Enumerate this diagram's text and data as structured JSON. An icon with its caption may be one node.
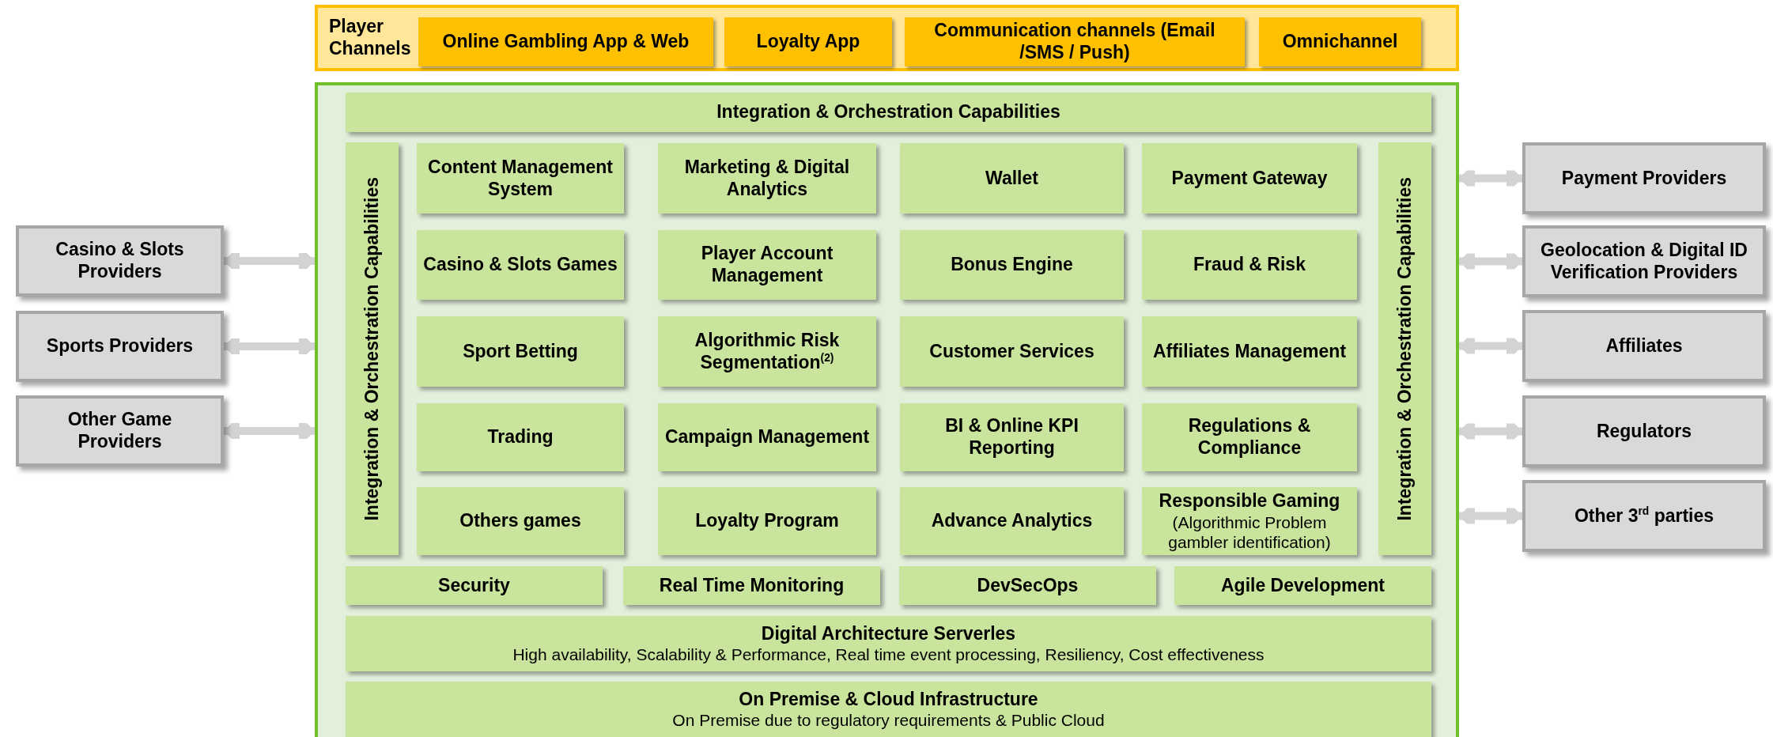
{
  "diagram": {
    "nodes": [
      {
        "text": [
          "Player Channels"
        ]
      },
      {
        "text": [
          "Online Gambling App & Web"
        ],
        "in": 0
      },
      {
        "text": [
          "Loyalty App"
        ],
        "in": 0
      },
      {
        "text": [
          "Communication channels (Email /SMS / Push)"
        ],
        "in": 0
      },
      {
        "text": [
          "Omnichannel"
        ],
        "in": 0
      },
      {
        "text": [],
        "shape": "box"
      },
      {
        "text": [
          "Integration & Orchestration Capabilities"
        ],
        "in": 5
      },
      {
        "text": [
          "Integration & Orchestration Capabilities"
        ],
        "in": 5
      },
      {
        "text": [
          "Content Management System"
        ],
        "in": 5
      },
      {
        "text": [
          "Marketing & Digital Analytics"
        ],
        "in": 5
      },
      {
        "text": [
          "Wallet"
        ],
        "in": 5
      },
      {
        "text": [
          "Payment Gateway"
        ],
        "in": 5
      },
      {
        "text": [
          "Casino & Slots Games"
        ],
        "in": 5
      },
      {
        "text": [
          "Player Account Management"
        ],
        "in": 5
      },
      {
        "text": [
          "Bonus Engine"
        ],
        "in": 5
      },
      {
        "text": [
          "Fraud & Risk"
        ],
        "in": 5
      },
      {
        "text": [
          "Sport Betting"
        ],
        "in": 5
      },
      {
        "text": [
          "Algorithmic Risk Segmentation$^{(2)}$"
        ],
        "in": 5
      },
      {
        "text": [
          "Customer Services"
        ],
        "in": 5
      },
      {
        "text": [
          "Affiliates Management"
        ],
        "in": 5
      },
      {
        "text": [
          "Trading"
        ],
        "in": 5
      },
      {
        "text": [
          "Campaign Management"
        ],
        "in": 5
      },
      {
        "text": [
          "BI & Online KPI Reporting"
        ],
        "in": 5
      },
      {
        "text": [
          "Regulations & Compliance"
        ],
        "in": 5
      },
      {
        "text": [
          "Others games"
        ],
        "in": 5
      },
      {
        "text": [
          "Loyalty Program"
        ],
        "in": 5
      },
      {
        "text": [
          "Advance Analytics"
        ],
        "in": 5
      },
      {
        "text": [
          "Responsible Gaming",
          "(Algorithmic Problem gambler identification)"
        ],
        "in": 5
      },
      {
        "text": [
          "Integration & Orchestration Capabilities"
        ],
        "in": 5
      },
      {
        "text": [
          "Security"
        ],
        "in": 5
      },
      {
        "text": [
          "Real Time Monitoring"
        ],
        "in": 5
      },
      {
        "text": [
          "DevSecOps"
        ],
        "in": 5
      },
      {
        "text": [
          "Agile Development"
        ],
        "in": 5
      },
      {
        "text": [
          "Digital Architecture Serverles",
          "High availability, Scalability & Performance, Real time event processing, Resiliency, Cost effectiveness"
        ],
        "in": 5
      },
      {
        "text": [
          "On Premise & Cloud Infrastructure",
          "On Premise due to regulatory requirements & Public Cloud"
        ],
        "in": 5
      },
      {
        "text": [
          "Casino & Slots Providers"
        ]
      },
      {
        "text": [
          "Sports Providers"
        ]
      },
      {
        "text": [
          "Other Game Providers"
        ]
      },
      {
        "text": [
          "Payment Providers"
        ]
      },
      {
        "text": [
          "Geolocation & Digital ID Verification Providers"
        ]
      },
      {
        "text": [
          "Affiliates"
        ]
      },
      {
        "text": [
          "Regulators"
        ]
      },
      {
        "text": [
          "Other 3$^{rd}$ parties"
        ]
      }
    ],
    "edges": [
      {
        "from": 35,
        "to": 5,
        "arrow": "both"
      },
      {
        "from": 36,
        "to": 5,
        "arrow": "both"
      },
      {
        "from": 37,
        "to": 5,
        "arrow": "both"
      },
      {
        "from": 5,
        "to": 38,
        "arrow": "both"
      },
      {
        "from": 5,
        "to": 39,
        "arrow": "both"
      },
      {
        "from": 5,
        "to": 40,
        "arrow": "both"
      },
      {
        "from": 5,
        "to": 41,
        "arrow": "both"
      },
      {
        "from": 5,
        "to": 42,
        "arrow": "both"
      }
    ]
  }
}
